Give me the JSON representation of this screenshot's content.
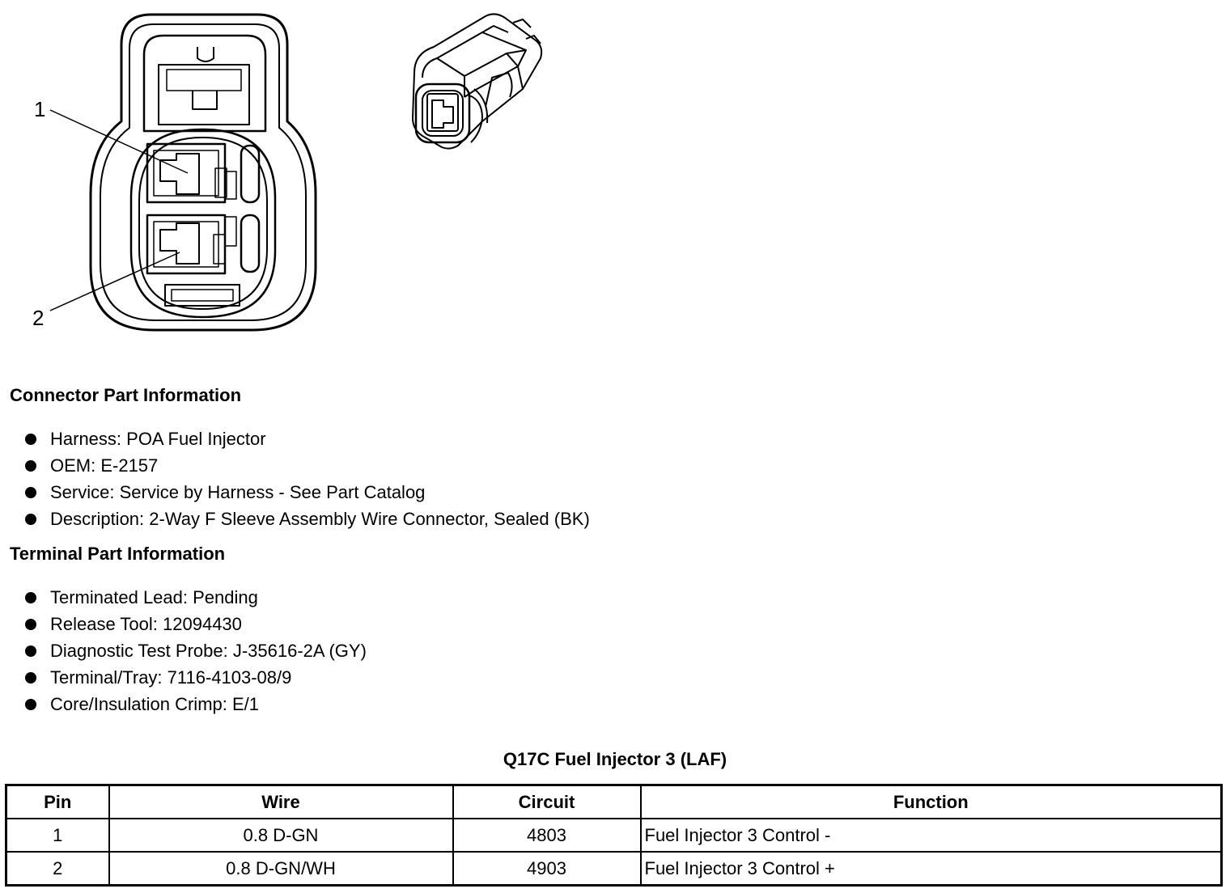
{
  "diagram": {
    "callouts": [
      {
        "label": "1"
      },
      {
        "label": "2"
      }
    ]
  },
  "connector_info": {
    "heading": "Connector Part Information",
    "items": [
      "Harness: POA Fuel Injector",
      "OEM: E-2157",
      "Service: Service by Harness - See Part Catalog",
      "Description: 2-Way F Sleeve Assembly Wire Connector, Sealed (BK)"
    ]
  },
  "terminal_info": {
    "heading": "Terminal Part Information",
    "items": [
      "Terminated Lead: Pending",
      "Release Tool: 12094430",
      "Diagnostic Test Probe: J-35616-2A (GY)",
      "Terminal/Tray: 7116-4103-08/9",
      "Core/Insulation Crimp: E/1"
    ]
  },
  "pin_table": {
    "title": "Q17C Fuel Injector 3 (LAF)",
    "headers": [
      "Pin",
      "Wire",
      "Circuit",
      "Function"
    ],
    "rows": [
      [
        "1",
        "0.8 D-GN",
        "4803",
        "Fuel Injector 3 Control -"
      ],
      [
        "2",
        "0.8 D-GN/WH",
        "4903",
        "Fuel Injector 3 Control +"
      ]
    ]
  }
}
